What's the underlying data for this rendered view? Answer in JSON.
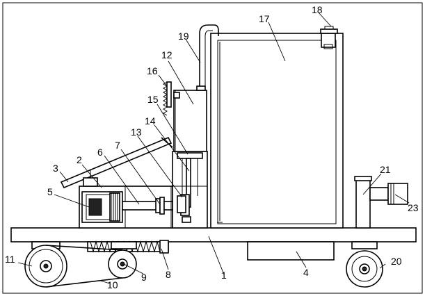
{
  "callouts": [
    "1",
    "2",
    "3",
    "4",
    "5",
    "6",
    "7",
    "8",
    "9",
    "10",
    "11",
    "12",
    "13",
    "14",
    "15",
    "16",
    "17",
    "18",
    "19",
    "20",
    "21",
    "23"
  ]
}
